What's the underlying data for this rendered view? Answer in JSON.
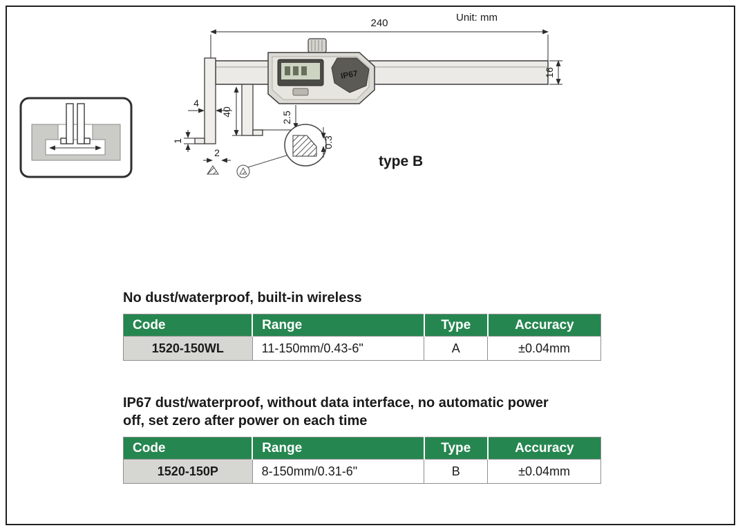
{
  "page": {
    "unit_label": "Unit: mm",
    "type_label": "type B"
  },
  "diagram": {
    "ip67_label": "IP67",
    "dims": {
      "overall_length": "240",
      "beam_height": "16",
      "jaw_width": "4",
      "jaw_depth": "40",
      "tip_length": "2.5",
      "tip_radius": "0.3",
      "tip_thickness": "1",
      "tip_gap": "2"
    }
  },
  "colors": {
    "accent-green": "#268650",
    "code-cell": "#d6d6d3",
    "frame": "#1f1f1f"
  },
  "sections": [
    {
      "heading": "No dust/waterproof, built-in wireless",
      "table": {
        "headers": [
          "Code",
          "Range",
          "Type",
          "Accuracy"
        ],
        "rows": [
          {
            "code": "1520-150WL",
            "range": "11-150mm/0.43-6\"",
            "type": "A",
            "accuracy": "±0.04mm"
          }
        ]
      }
    },
    {
      "heading": "IP67 dust/waterproof, without data interface, no automatic power off, set zero after power on each time",
      "table": {
        "headers": [
          "Code",
          "Range",
          "Type",
          "Accuracy"
        ],
        "rows": [
          {
            "code": "1520-150P",
            "range": "8-150mm/0.31-6\"",
            "type": "B",
            "accuracy": "±0.04mm"
          }
        ]
      }
    }
  ]
}
